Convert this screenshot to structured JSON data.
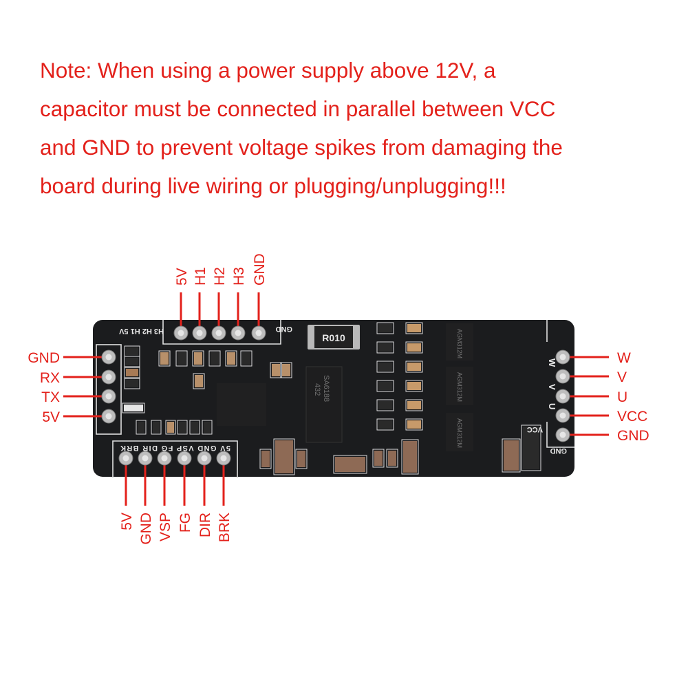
{
  "note": {
    "lines": [
      "Note: When using a power supply above 12V, a",
      "capacitor must be connected in parallel between VCC",
      "and GND to prevent voltage spikes from damaging the",
      "board during live wiring or plugging/unplugging!!!"
    ]
  },
  "colors": {
    "label": "#e3211b",
    "board": "#1b1c1e",
    "silkscreen": "#e8e8e8"
  },
  "pins": {
    "top": [
      "5V",
      "H1",
      "H2",
      "H3",
      "GND"
    ],
    "left": [
      "GND",
      "RX",
      "TX",
      "5V"
    ],
    "right": [
      "W",
      "V",
      "U",
      "VCC",
      "GND"
    ],
    "bottom": [
      "5V",
      "GND",
      "VSP",
      "FG",
      "DIR",
      "BRK"
    ]
  },
  "silkscreen": {
    "hall_header": "H3 H2 H1 5V",
    "hall_gnd": "GND",
    "control_header": "5V GND VSP FG DIR BRK",
    "shunt": "R010",
    "driver_chip": [
      "SA6188",
      "432"
    ],
    "mosfets": "AGM312M",
    "phase_w": "W",
    "phase_v": "V",
    "phase_u": "U",
    "power_vcc": "VCC",
    "power_gnd": "GND"
  }
}
